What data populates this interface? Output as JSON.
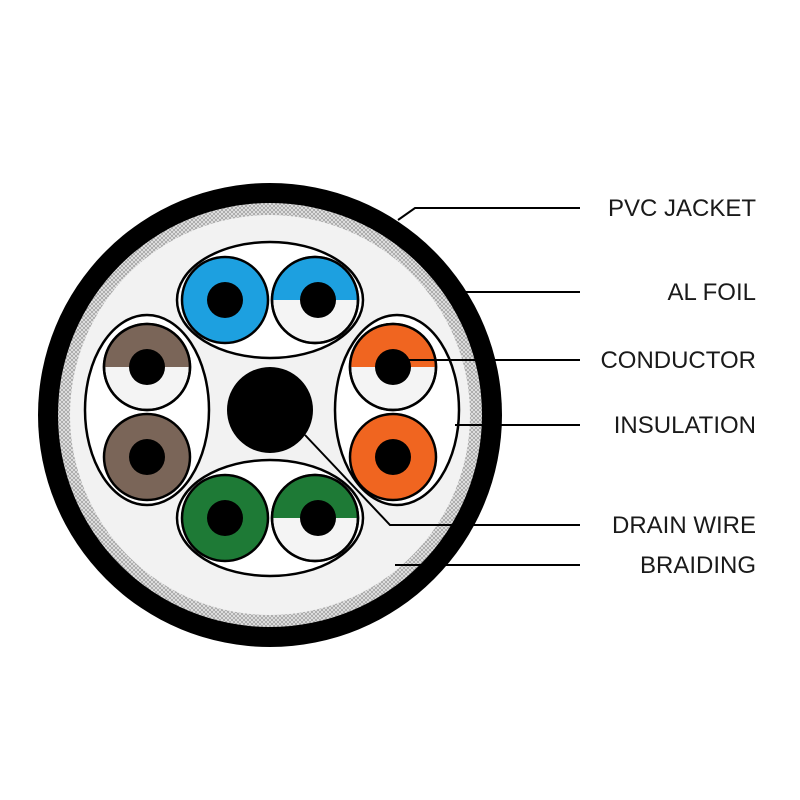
{
  "labels": {
    "pvc_jacket": "PVC JACKET",
    "al_foil": "AL FOIL",
    "conductor": "CONDUCTOR",
    "insulation": "INSULATION",
    "drain_wire": "DRAIN WIRE",
    "braiding": "BRAIDING"
  },
  "colors": {
    "jacket": "#000000",
    "braiding": "#c8c8c8",
    "foil": "#f2f2f2",
    "blue": "#1da0e0",
    "brown": "#7a6558",
    "orange": "#f06520",
    "green": "#1e7a36",
    "conductor": "#000000"
  },
  "pairs": [
    {
      "name": "blue-pair",
      "solid": "blue",
      "striped": "blue"
    },
    {
      "name": "orange-pair",
      "solid": "orange",
      "striped": "orange"
    },
    {
      "name": "green-pair",
      "solid": "green",
      "striped": "green"
    },
    {
      "name": "brown-pair",
      "solid": "brown",
      "striped": "brown"
    }
  ]
}
